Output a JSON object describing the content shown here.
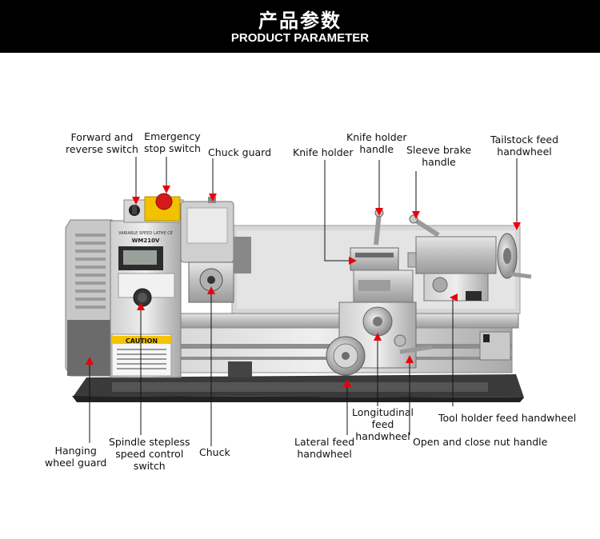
{
  "header": {
    "title_cn": "产品参数",
    "title_en": "PRODUCT PARAMETER"
  },
  "machine": {
    "panel_brand": "VARIABLE SPEED LATHE CE",
    "model": "WM210V",
    "caution": "CAUTION"
  },
  "labels": {
    "forward_reverse": [
      "Forward and",
      "reverse switch"
    ],
    "emergency_stop": [
      "Emergency",
      "stop switch"
    ],
    "chuck_guard": [
      "Chuck guard"
    ],
    "knife_holder": [
      "Knife holder"
    ],
    "knife_holder_handle": [
      "Knife holder",
      "handle"
    ],
    "sleeve_brake": [
      "Sleeve brake",
      "handle"
    ],
    "tailstock_feed": [
      "Tailstock feed",
      "handwheel"
    ],
    "hanging_guard": [
      "Hanging",
      "wheel guard"
    ],
    "spindle_switch": [
      "Spindle stepless",
      "speed control",
      "switch"
    ],
    "chuck": [
      "Chuck"
    ],
    "lateral_feed": [
      "Lateral feed",
      "handwheel"
    ],
    "longitudinal_feed": [
      "Longitudinal",
      "feed",
      "handwheel"
    ],
    "nut_handle": [
      "Open and close nut handle"
    ],
    "tool_holder_feed": [
      "Tool holder feed handwheel"
    ]
  },
  "colors": {
    "arrow": "#e8000b",
    "header_bg": "#000000",
    "emergency_yellow": "#f2c200",
    "emergency_red": "#d41a1a",
    "caution_yellow": "#f5c400"
  }
}
